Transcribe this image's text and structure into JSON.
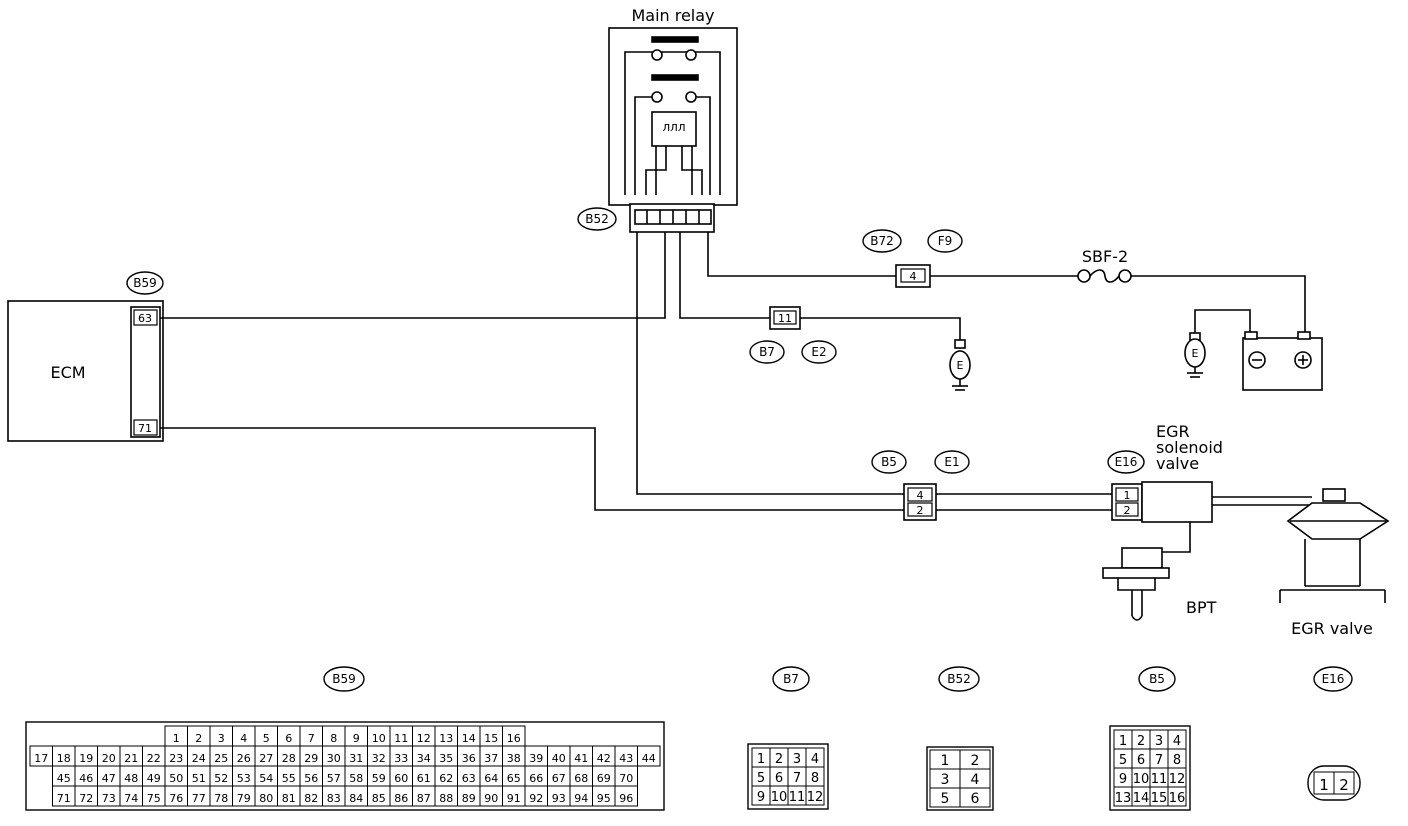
{
  "labels": {
    "main_relay": "Main relay",
    "ecm": "ECM",
    "sbf": "SBF-2",
    "egr_solenoid": [
      "EGR",
      "solenoid",
      "valve"
    ],
    "bpt": "BPT",
    "egr_valve": "EGR valve",
    "ground": "E"
  },
  "tags": {
    "b52": "B52",
    "b59": "B59",
    "b72": "B72",
    "f9": "F9",
    "b7": "B7",
    "e2": "E2",
    "b5": "B5",
    "e1": "E1",
    "e16": "E16"
  },
  "pins": {
    "ecm_63": "63",
    "ecm_71": "71",
    "b72_4": "4",
    "b7_11": "11",
    "b5_4": "4",
    "b5_2": "2",
    "e16_1": "1",
    "e16_2": "2"
  },
  "connectors": {
    "b59": {
      "label": "B59",
      "rows": [
        [
          "1",
          "2",
          "3",
          "4",
          "5",
          "6",
          "7",
          "8",
          "9",
          "10",
          "11",
          "12",
          "13",
          "14",
          "15",
          "16"
        ],
        [
          "17",
          "18",
          "19",
          "20",
          "21",
          "22",
          "23",
          "24",
          "25",
          "26",
          "27",
          "28",
          "29",
          "30",
          "31",
          "32",
          "33",
          "34",
          "35",
          "36",
          "37",
          "38",
          "39",
          "40",
          "41",
          "42",
          "43",
          "44"
        ],
        [
          "45",
          "46",
          "47",
          "48",
          "49",
          "50",
          "51",
          "52",
          "53",
          "54",
          "55",
          "56",
          "57",
          "58",
          "59",
          "60",
          "61",
          "62",
          "63",
          "64",
          "65",
          "66",
          "67",
          "68",
          "69",
          "70"
        ],
        [
          "71",
          "72",
          "73",
          "74",
          "75",
          "76",
          "77",
          "78",
          "79",
          "80",
          "81",
          "82",
          "83",
          "84",
          "85",
          "86",
          "87",
          "88",
          "89",
          "90",
          "91",
          "92",
          "93",
          "94",
          "95",
          "96"
        ]
      ]
    },
    "b7": {
      "label": "B7",
      "rows": [
        [
          "1",
          "2",
          "3",
          "4"
        ],
        [
          "5",
          "6",
          "7",
          "8"
        ],
        [
          "9",
          "10",
          "11",
          "12"
        ]
      ]
    },
    "b52": {
      "label": "B52",
      "rows": [
        [
          "1",
          "2"
        ],
        [
          "3",
          "4"
        ],
        [
          "5",
          "6"
        ]
      ]
    },
    "b5": {
      "label": "B5",
      "rows": [
        [
          "1",
          "2",
          "3",
          "4"
        ],
        [
          "5",
          "6",
          "7",
          "8"
        ],
        [
          "9",
          "10",
          "11",
          "12"
        ],
        [
          "13",
          "14",
          "15",
          "16"
        ]
      ]
    },
    "e16": {
      "label": "E16",
      "rows": [
        [
          "1",
          "2"
        ]
      ]
    }
  }
}
